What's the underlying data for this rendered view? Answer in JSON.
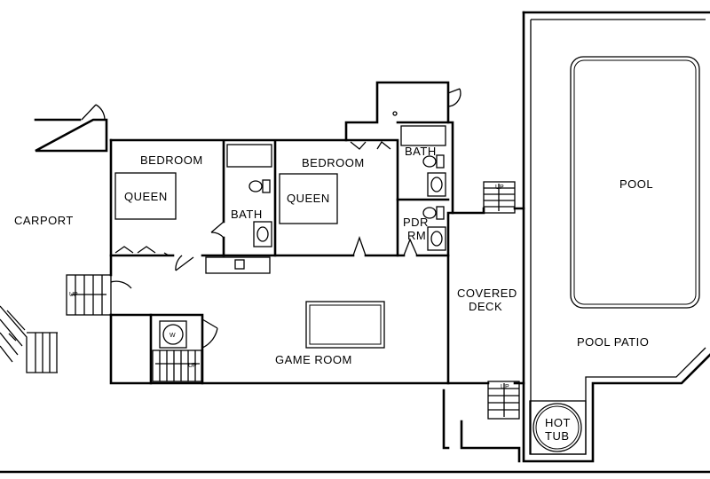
{
  "rooms": {
    "carport": "CARPORT",
    "bedroom1": "BEDROOM",
    "bedroom2": "BEDROOM",
    "queen1": "QUEEN",
    "queen2": "QUEEN",
    "bath1": "BATH",
    "bath2": "BATH",
    "pdr_line1": "PDR",
    "pdr_line2": "RM",
    "game_room": "GAME ROOM",
    "covered_deck_line1": "COVERED",
    "covered_deck_line2": "DECK",
    "pool": "POOL",
    "pool_patio": "POOL PATIO",
    "hot_tub_line1": "HOT",
    "hot_tub_line2": "TUB"
  },
  "stairs": {
    "up_label": "UP"
  }
}
